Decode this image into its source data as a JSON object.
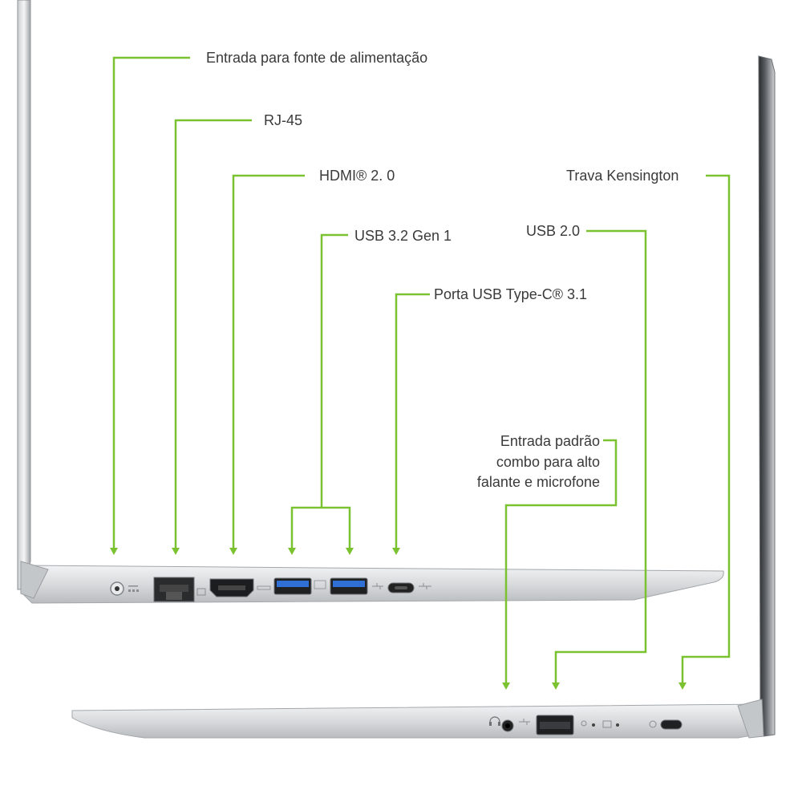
{
  "labels": {
    "power": "Entrada para fonte de alimentação",
    "rj45": "RJ-45",
    "hdmi": "HDMI® 2. 0",
    "usb32": "USB  3.2 Gen 1",
    "usbc": "Porta USB Type-C® 3.1",
    "kensington": "Trava Kensington",
    "usb20": "USB 2.0",
    "audio_line1": "Entrada padrão",
    "audio_line2": "combo para alto",
    "audio_line3": "falante e microfone"
  },
  "colors": {
    "accent": "#7ac230",
    "text": "#3a3a3a",
    "chassis": "#d9dbdd",
    "usb_blue": "#2f6fd6"
  },
  "icons": [
    "power-jack-icon",
    "ethernet-port-icon",
    "hdmi-port-icon",
    "usb-a-port-icon",
    "usb-c-port-icon",
    "audio-jack-icon",
    "kensington-lock-icon",
    "led-indicator-icon"
  ]
}
